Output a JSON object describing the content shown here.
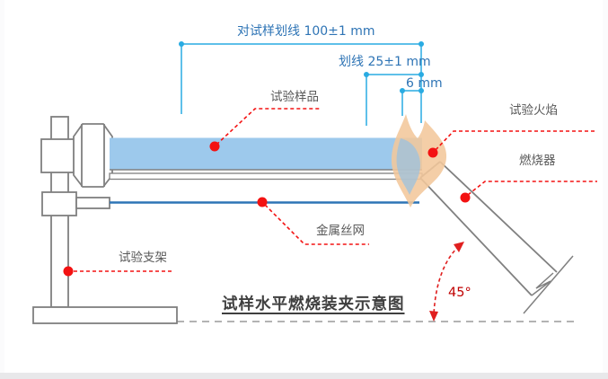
{
  "diagram": {
    "title": "试样水平燃烧装夹示意图",
    "dimension_annotations": [
      {
        "id": "scribe-line-100",
        "label": "对试样划线 100±1 mm"
      },
      {
        "id": "scribe-line-25",
        "label": "划线 25±1 mm"
      },
      {
        "id": "flame-contact-6",
        "label": "6 mm"
      }
    ],
    "part_labels": {
      "sample": "试验样品",
      "test_flame": "试验火焰",
      "burner": "燃烧器",
      "wire_mesh": "金属丝网",
      "stand": "试验支架"
    },
    "angle_label": "45°",
    "colors": {
      "dimension_line": "#29ABE2",
      "dimension_text": "#2E74B5",
      "callout_red": "#F31212",
      "angle_red": "#C00000",
      "sample_fill": "#9DC9EC",
      "structure_gray": "#808080",
      "wire_blue": "#2E75B6",
      "flame_peach": "#F2C79B",
      "flame_inner_blue": "#8FC0E8",
      "label_gray": "#595959",
      "title_gray": "#3F3F3F",
      "ground_gray": "#B3B3B3",
      "bottom_bar_gray": "#E8E8EA"
    }
  }
}
